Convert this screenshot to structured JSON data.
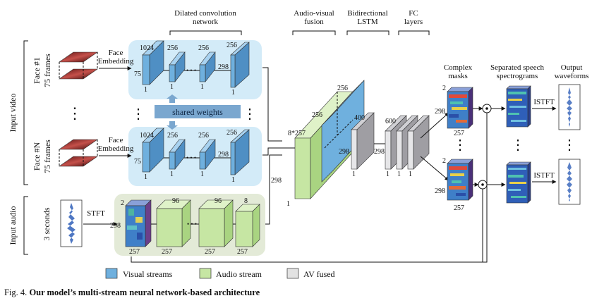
{
  "labels": {
    "dilated": [
      "Dilated convolution",
      "network"
    ],
    "audiovisual": [
      "Audio-visual",
      "fusion"
    ],
    "bilstm": [
      "Bidirectional",
      "LSTM"
    ],
    "fc": [
      "FC",
      "layers"
    ],
    "complex_masks": [
      "Complex",
      "masks"
    ],
    "separated": [
      "Separated speech",
      "spectrograms"
    ],
    "output": [
      "Output",
      "waveforms"
    ],
    "input_video": "Input video",
    "input_audio": "Input audio",
    "face1": [
      "Face #1",
      "75 frames"
    ],
    "faceN": [
      "Face #N",
      "75 frames"
    ],
    "face_embedding": [
      "Face",
      "Embedding"
    ],
    "three_seconds": "3 seconds",
    "stft": "STFT",
    "istft": "ISTFT",
    "shared_weights": "shared weights",
    "dots_h": "• • •",
    "dots_v": "⋮"
  },
  "dims": {
    "vis_top": [
      "1024",
      "256",
      "256",
      "256",
      "75",
      "298",
      "1",
      "1",
      "1",
      "1"
    ],
    "vis_bottom": [
      "1024",
      "256",
      "256",
      "256",
      "75",
      "298",
      "1",
      "1",
      "1",
      "1"
    ],
    "audio": [
      "2",
      "298",
      "257",
      "96",
      "257",
      "96",
      "257",
      "8",
      "257"
    ],
    "fusion": [
      "8*257",
      "298",
      "1",
      "256",
      "256",
      "298"
    ],
    "lstm": [
      "400",
      "298",
      "1"
    ],
    "fc": [
      "600",
      "1",
      "1",
      "1"
    ],
    "mask1": [
      "2",
      "298",
      "257"
    ],
    "mask2": [
      "2",
      "298",
      "257"
    ]
  },
  "legend": [
    {
      "label": "Visual streams",
      "color": "#6fb0de"
    },
    {
      "label": "Audio stream",
      "color": "#c6e6a3"
    },
    {
      "label": "AV fused",
      "color": "#e2e2e2"
    }
  ],
  "colors": {
    "visual_panel": "#d3ebf8",
    "audio_panel": "#e3ead7",
    "visual_block": "#6fb0de",
    "audio_block": "#c6e6a3",
    "fused_block": "#e2e2e2",
    "lstm_block": "#9f9ea3",
    "arrow": "#7aa7cf"
  },
  "caption": {
    "fig": "Fig. 4.",
    "text": "Our model’s multi-stream neural network-based architecture"
  }
}
